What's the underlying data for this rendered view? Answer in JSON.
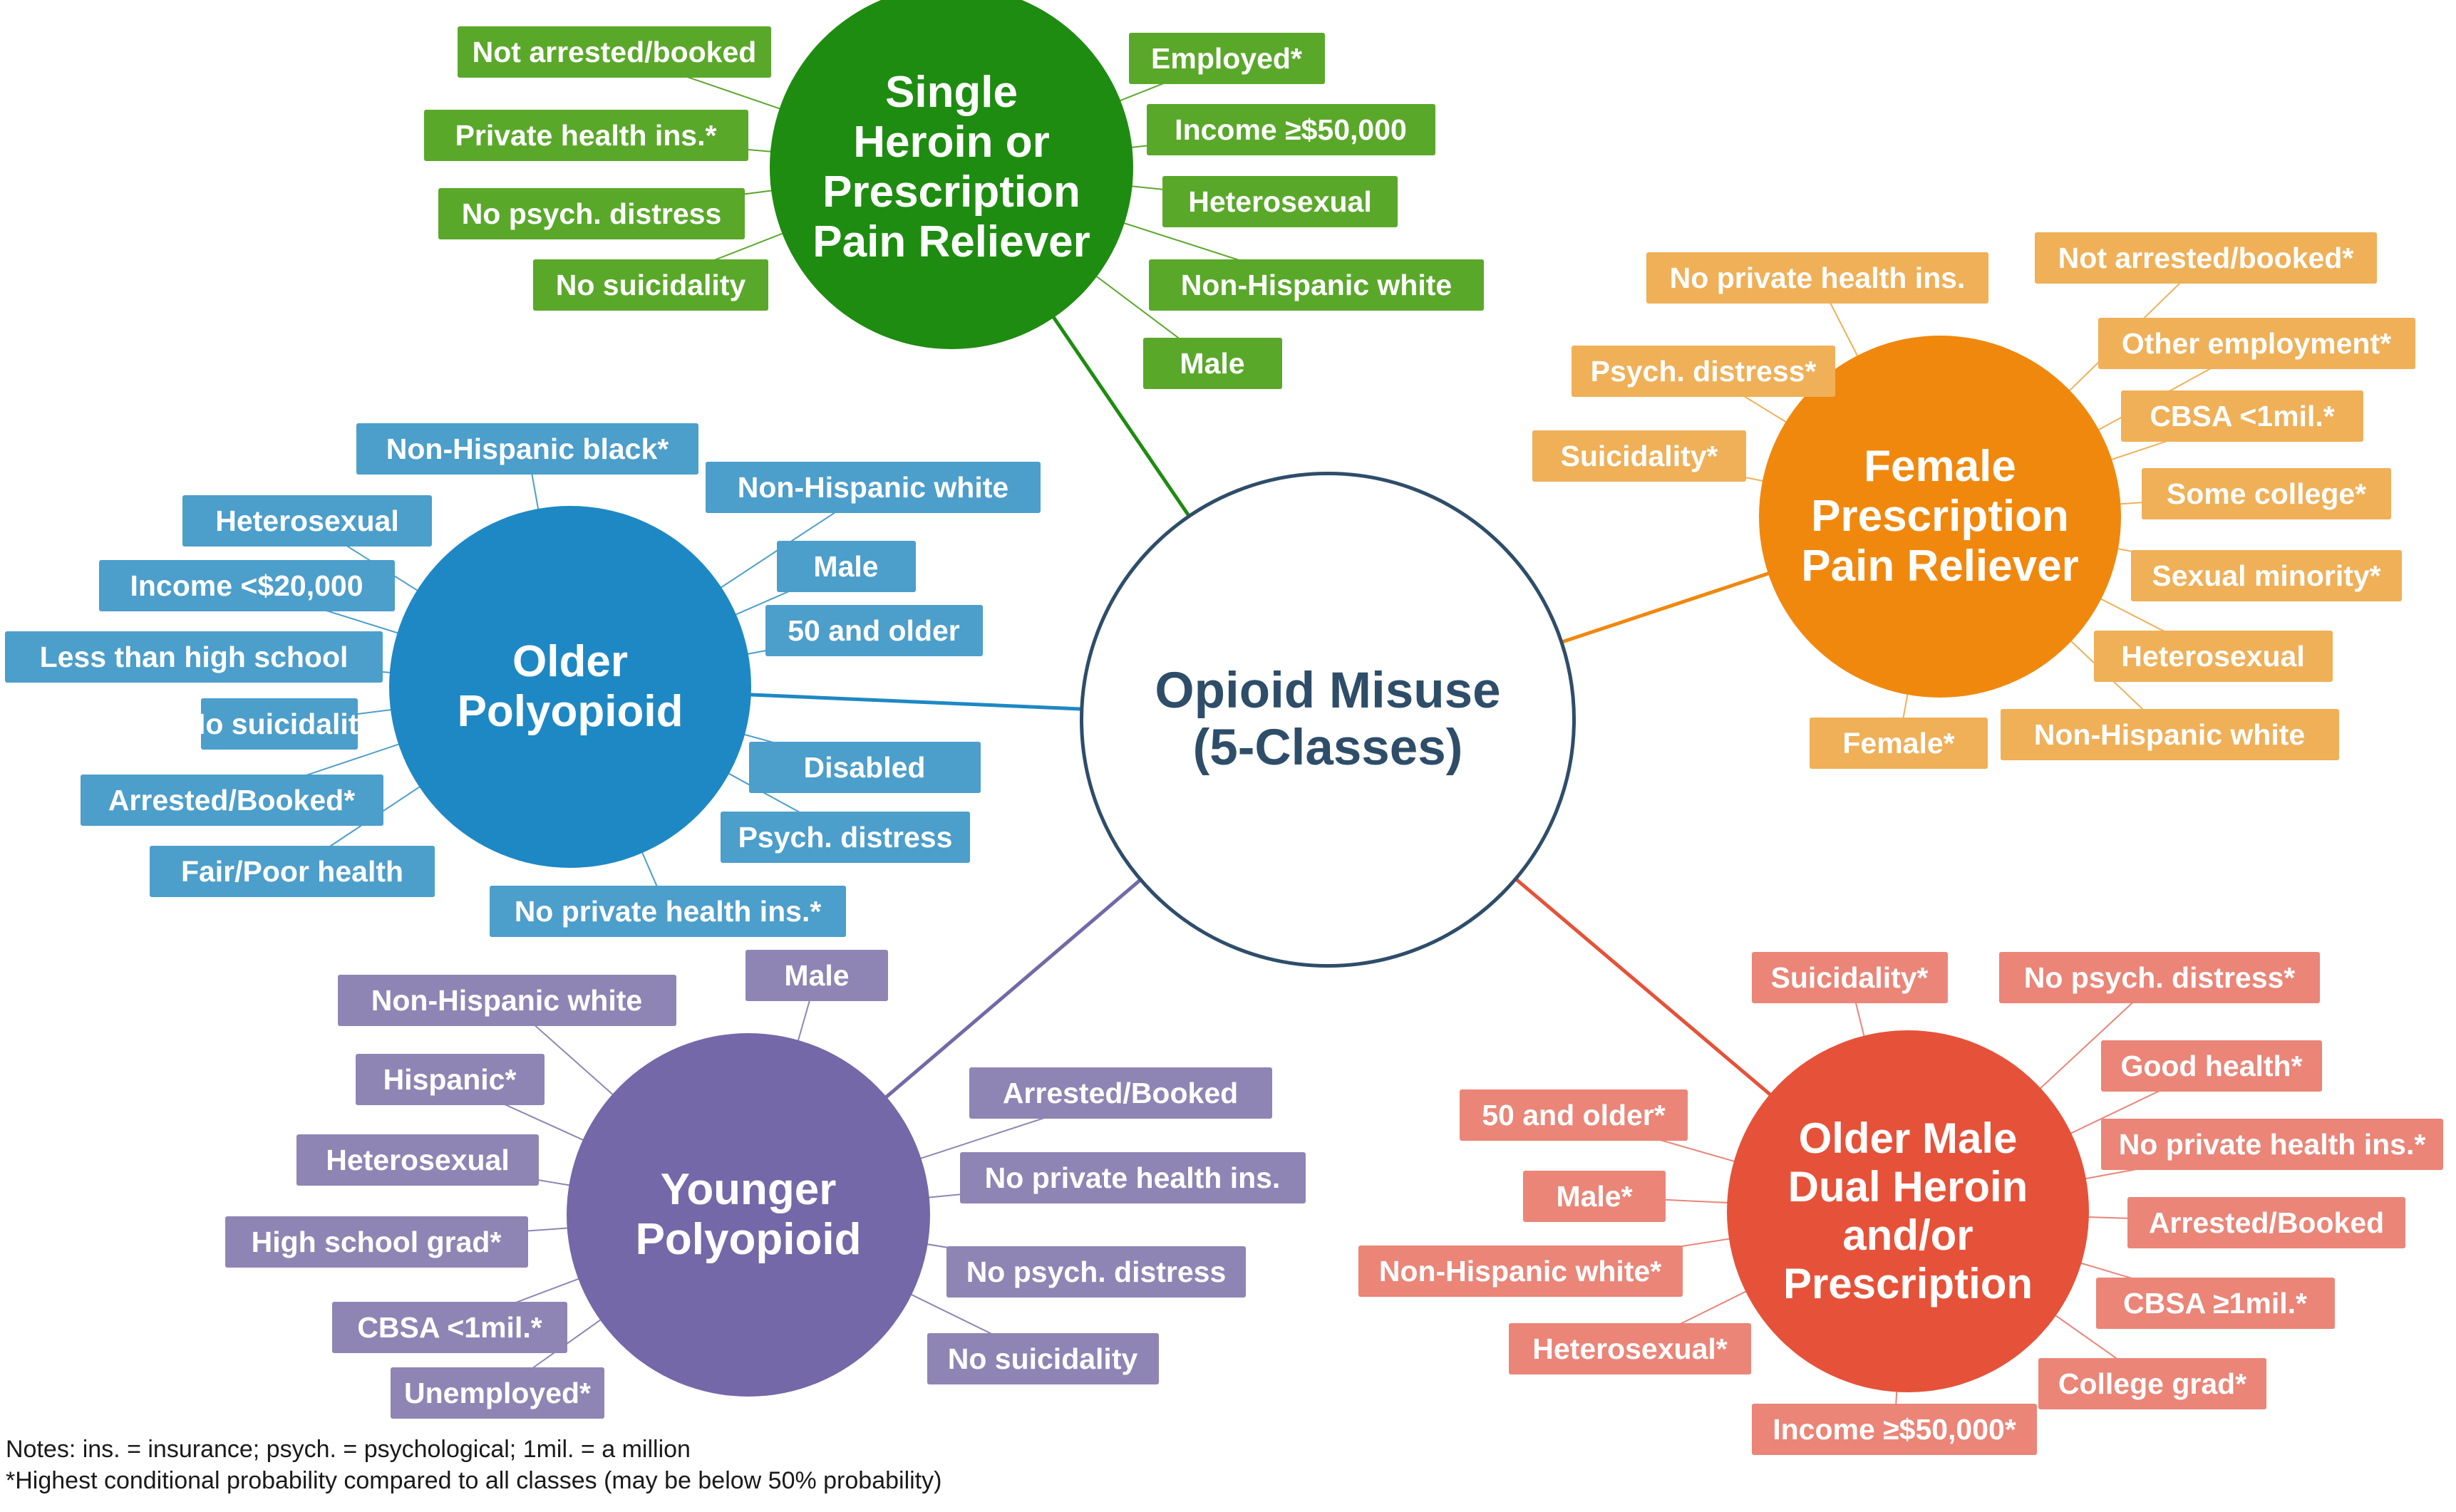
{
  "colors": {
    "green": "#1e8c10",
    "green_tag": "#5aa82a",
    "orange": "#f0880e",
    "orange_tag": "#efb058",
    "blue": "#1e88c4",
    "blue_tag": "#4c9ecb",
    "purple": "#7468a8",
    "purple_tag": "#8e85b4",
    "red": "#e55239",
    "red_tag": "#ea8578",
    "center_border": "#2e4d69"
  },
  "center": {
    "label": "Opioid Misuse\n(5-Classes)"
  },
  "classes": [
    {
      "id": "single",
      "label": "Single\nHeroin or\nPrescription\nPain Reliever",
      "color": "green",
      "tags": [
        "Not arrested/booked",
        "Private health ins.*",
        "No psych. distress",
        "No suicidality",
        "Employed*",
        "Income ≥$50,000",
        "Heterosexual",
        "Non-Hispanic white",
        "Male"
      ]
    },
    {
      "id": "female",
      "label": "Female\nPrescription\nPain Reliever",
      "color": "orange",
      "tags": [
        "No private health ins.",
        "Not arrested/booked*",
        "Psych. distress*",
        "Other employment*",
        "Suicidality*",
        "CBSA <1mil.*",
        "Some college*",
        "Sexual minority*",
        "Heterosexual",
        "Female*",
        "Non-Hispanic white"
      ]
    },
    {
      "id": "older-poly",
      "label": "Older\nPolyopioid",
      "color": "blue",
      "tags": [
        "Non-Hispanic black*",
        "Non-Hispanic white",
        "Heterosexual",
        "Male",
        "Income <$20,000",
        "50 and older",
        "Less than high school",
        "Disabled",
        "No suicidality",
        "Arrested/Booked*",
        "Psych. distress",
        "Fair/Poor health",
        "No private health ins.*"
      ]
    },
    {
      "id": "younger-poly",
      "label": "Younger\nPolyopioid",
      "color": "purple",
      "tags": [
        "Male",
        "Non-Hispanic white",
        "Hispanic*",
        "Arrested/Booked",
        "Heterosexual",
        "No private health ins.",
        "High school grad*",
        "No psych. distress",
        "CBSA <1mil.*",
        "No suicidality",
        "Unemployed*"
      ]
    },
    {
      "id": "older-male",
      "label": "Older Male\nDual Heroin\nand/or\nPrescription",
      "color": "red",
      "tags": [
        "Suicidality*",
        "No psych. distress*",
        "Good health*",
        "50 and older*",
        "No private health ins.*",
        "Male*",
        "Arrested/Booked",
        "Non-Hispanic white*",
        "CBSA ≥1mil.*",
        "Heterosexual*",
        "College grad*",
        "Income ≥$50,000*"
      ]
    }
  ],
  "notes": [
    "Notes: ins. = insurance; psych. = psychological; 1mil. = a million",
    "*Highest conditional probability compared to all classes (may be below 50% probability)"
  ]
}
